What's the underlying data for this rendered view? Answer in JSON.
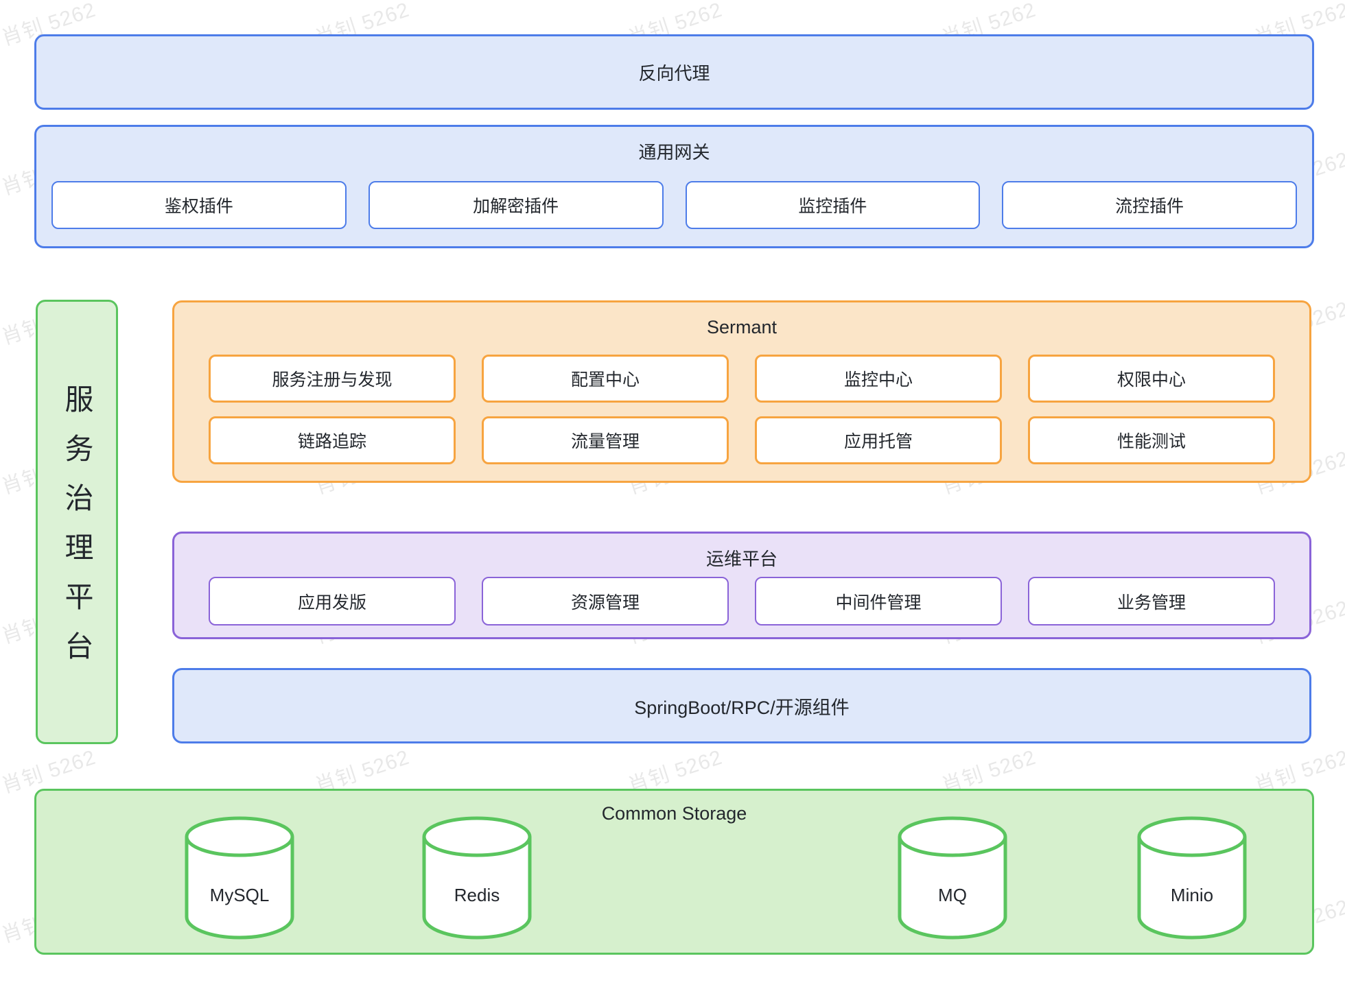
{
  "watermark": {
    "text": "肖钊 5262"
  },
  "colors": {
    "blue_border": "#4d7ce9",
    "blue_fill": "#dfe8fa",
    "orange_border": "#f7a440",
    "orange_fill": "#fbe5c8",
    "purple_border": "#8a63d8",
    "purple_fill": "#eae1f8",
    "green_border": "#5ac55e",
    "green_fill_sidebar": "#dcf2d6",
    "green_fill_storage": "#d6f0cd",
    "text": "#23272d"
  },
  "diagram": {
    "reverse_proxy": {
      "label": "反向代理"
    },
    "gateway": {
      "title": "通用网关",
      "plugins": [
        "鉴权插件",
        "加解密插件",
        "监控插件",
        "流控插件"
      ]
    },
    "sidebar": {
      "label": "服务治理平台"
    },
    "sermant": {
      "title": "Sermant",
      "items": [
        "服务注册与发现",
        "配置中心",
        "监控中心",
        "权限中心",
        "链路追踪",
        "流量管理",
        "应用托管",
        "性能测试"
      ]
    },
    "ops": {
      "title": "运维平台",
      "items": [
        "应用发版",
        "资源管理",
        "中间件管理",
        "业务管理"
      ]
    },
    "springboot": {
      "label": "SpringBoot/RPC/开源组件"
    },
    "storage": {
      "title": "Common Storage",
      "databases": [
        "MySQL",
        "Redis",
        "MQ",
        "Minio"
      ]
    }
  }
}
